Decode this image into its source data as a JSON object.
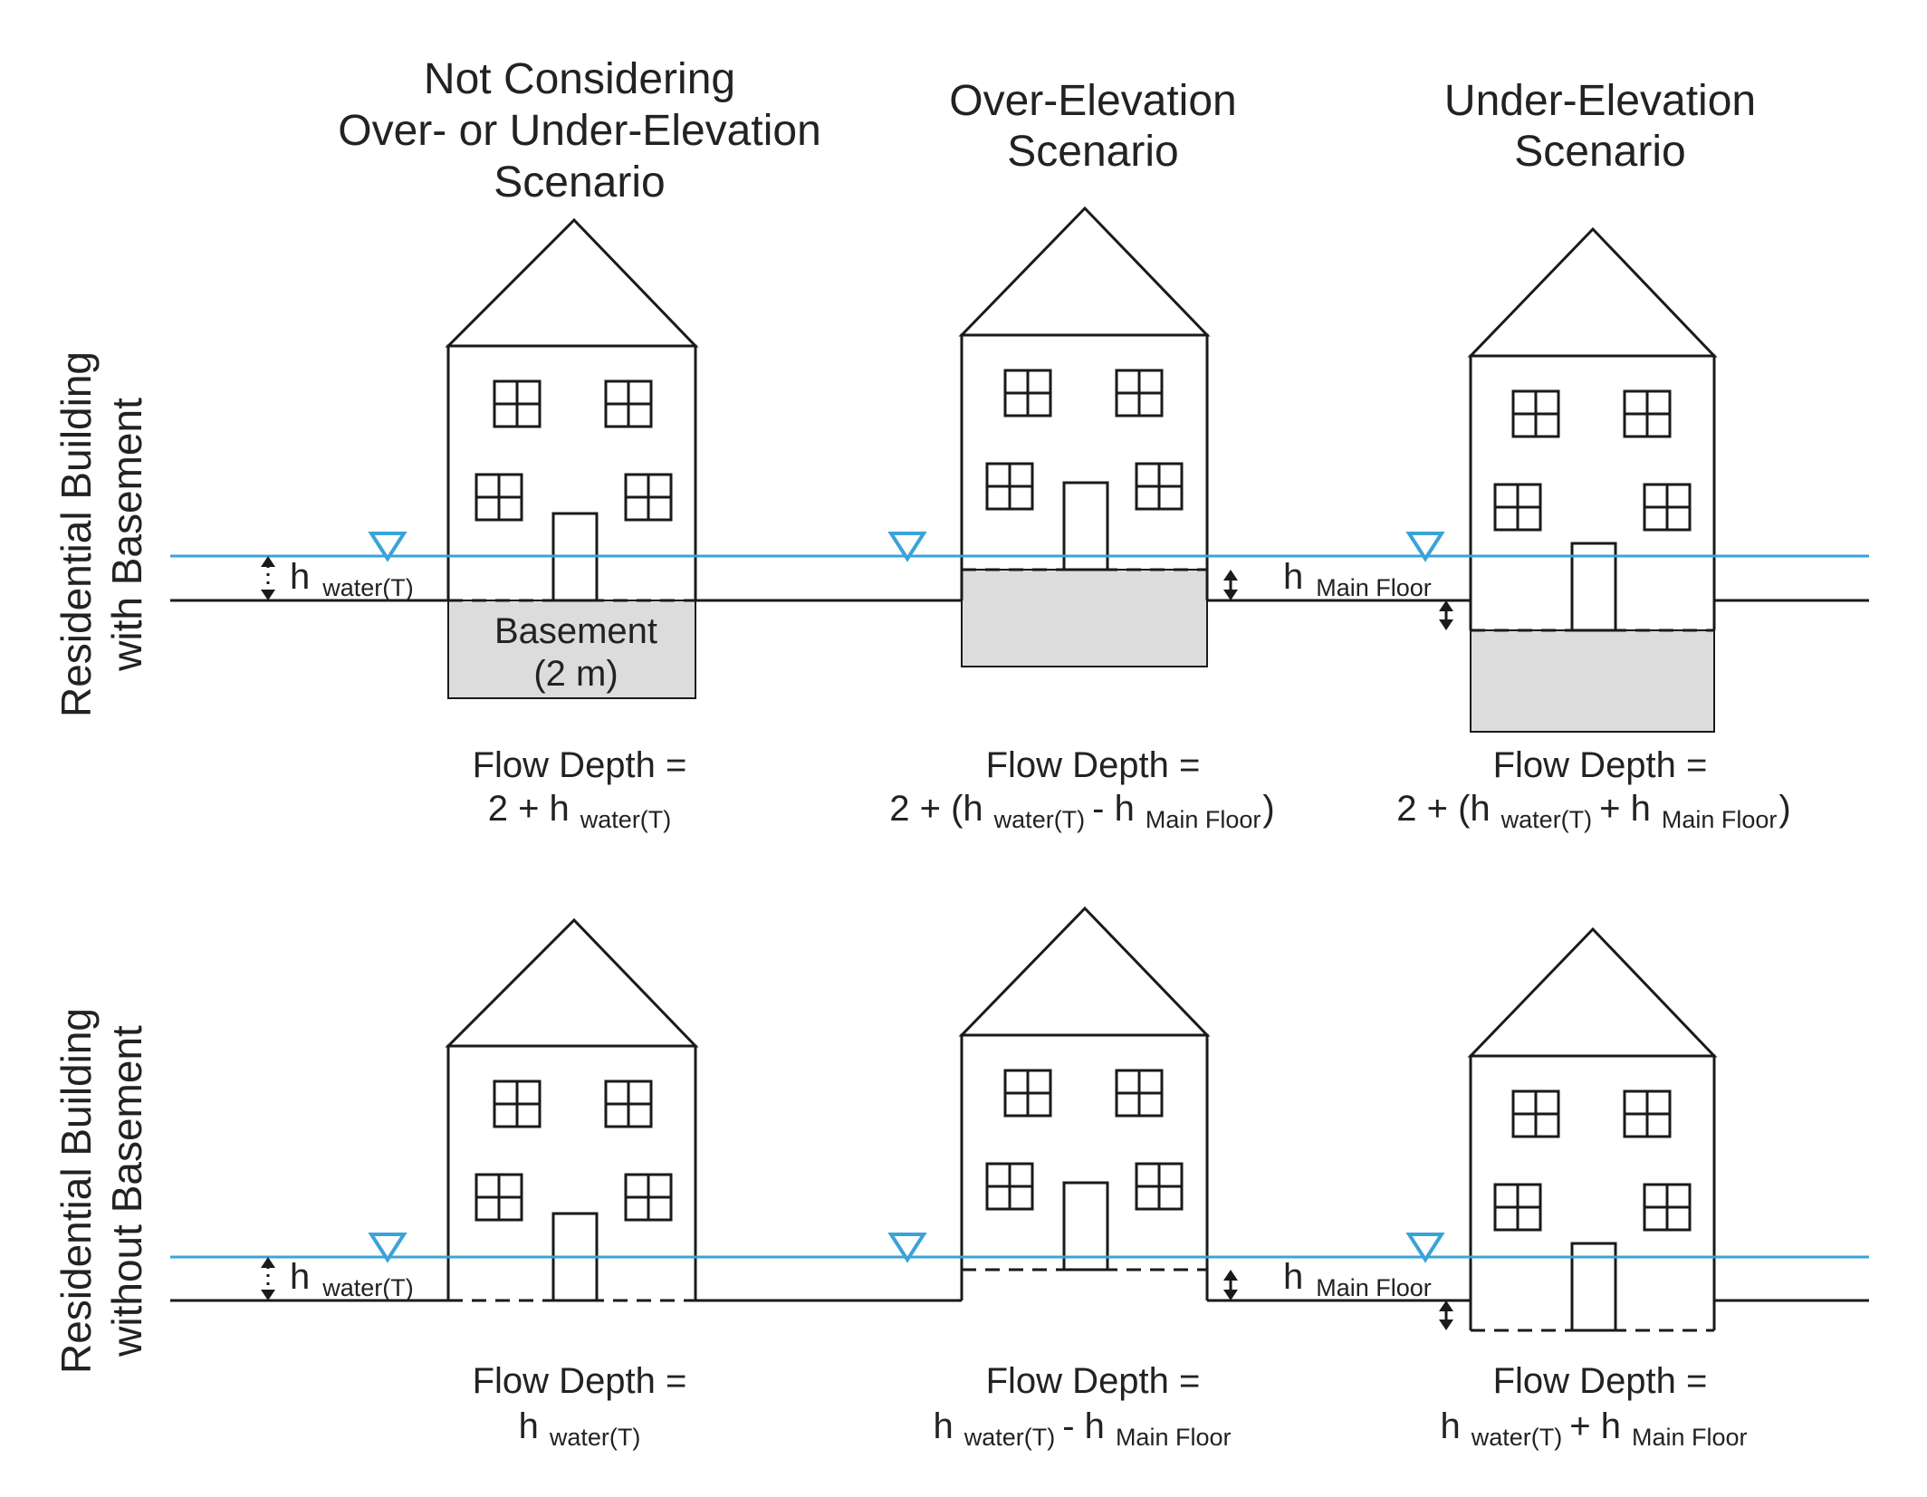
{
  "colors": {
    "water": "#3aa3d8",
    "line": "#1a1a1a",
    "basement_fill": "#dcdcdc",
    "text": "#222222"
  },
  "columns": [
    {
      "title_lines": [
        "Not Considering",
        "Over- or Under-Elevation",
        "Scenario"
      ]
    },
    {
      "title_lines": [
        "Over-Elevation",
        "Scenario"
      ]
    },
    {
      "title_lines": [
        "Under-Elevation",
        "Scenario"
      ]
    }
  ],
  "rows": [
    {
      "label_lines": [
        "Residential Building",
        "with Basement"
      ]
    },
    {
      "label_lines": [
        "Residential Building",
        "without Basement"
      ]
    }
  ],
  "basement_label": [
    "Basement",
    "(2 m)"
  ],
  "measure_labels": {
    "h": "h",
    "water_sub": "water(T)",
    "main_floor_sub": "Main Floor"
  },
  "flow_depth": {
    "heading": "Flow Depth =",
    "with_basement": {
      "c1": {
        "prefix": "2 + h",
        "sub": "water(T)"
      },
      "c2": {
        "p1": "2 + (h",
        "s1": "water(T)",
        "op": "- h",
        "s2": "Main Floor",
        "end": ")"
      },
      "c3": {
        "p1": "2 + (h",
        "s1": "water(T)",
        "op": "+ h",
        "s2": "Main Floor",
        "end": ")"
      }
    },
    "without_basement": {
      "c1": {
        "h": "h",
        "sub": "water(T)"
      },
      "c2": {
        "h": "h",
        "s1": "water(T)",
        "op": "- h",
        "s2": "Main Floor"
      },
      "c3": {
        "h": "h",
        "s1": "water(T)",
        "op": "+ h",
        "s2": "Main Floor"
      }
    }
  }
}
